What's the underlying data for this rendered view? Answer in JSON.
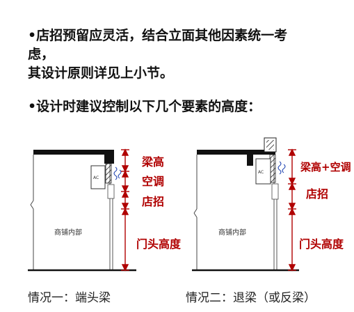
{
  "text": {
    "line1": "•店招预留应灵活，结合立面其他因素统一考",
    "line2": "虑，",
    "line3": "其设计原则详见上小节。",
    "line4": "•设计时建议控制以下几个要素的高度："
  },
  "left": {
    "label_beam": "梁高",
    "label_ac": "空调",
    "label_sign": "店招",
    "label_door": "门头高度",
    "label_interior": "商铺内部",
    "label_ac_unit": "AC",
    "caption": "情况一：端头梁"
  },
  "right": {
    "label_beam_ac": "梁高+空调",
    "label_sign": "店招",
    "label_door": "门头高度",
    "label_interior": "商铺内部",
    "label_ac_unit": "AC",
    "caption": "情况二：退梁（或反梁）"
  },
  "colors": {
    "dimension": "#b00000",
    "hatch": "#222222",
    "ac_wave": "#1a3fb0"
  }
}
